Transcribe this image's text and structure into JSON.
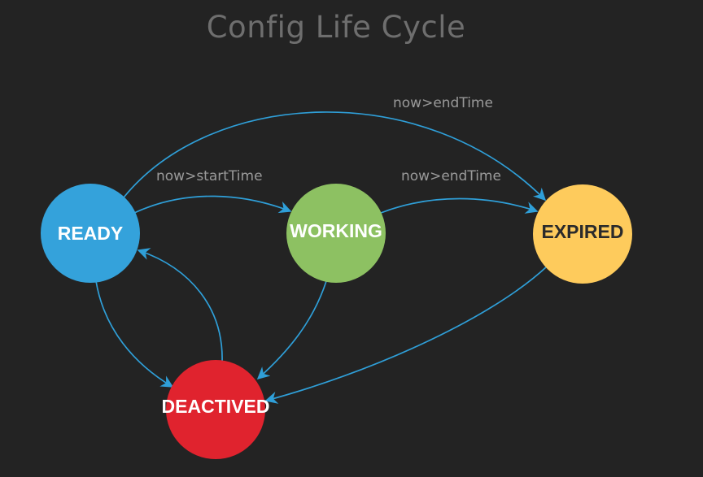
{
  "title": "Config Life Cycle",
  "colors": {
    "background": "#232323",
    "edge": "#2f9fd8",
    "ready": "#34a2db",
    "working": "#8dc162",
    "expired": "#fecb5c",
    "deactived": "#e0232e"
  },
  "nodes": {
    "ready": {
      "label": "READY"
    },
    "working": {
      "label": "WORKING"
    },
    "expired": {
      "label": "EXPIRED"
    },
    "deactived": {
      "label": "DEACTIVED"
    }
  },
  "edges": {
    "ready_to_expired": {
      "label": "now>endTime"
    },
    "ready_to_working": {
      "label": "now>startTime"
    },
    "working_to_expired": {
      "label": "now>endTime"
    }
  }
}
